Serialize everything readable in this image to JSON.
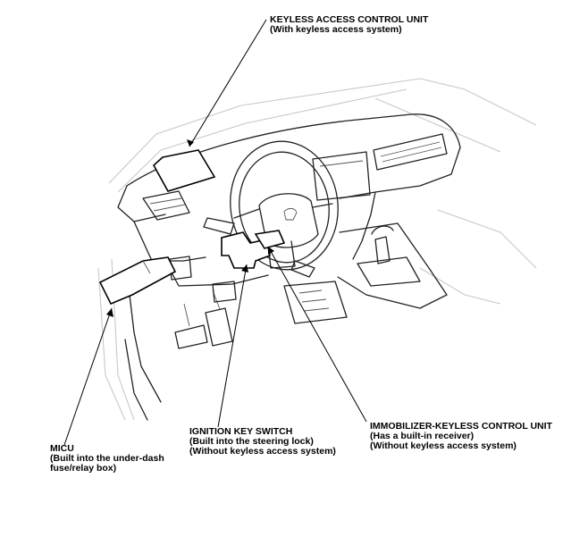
{
  "callouts": {
    "keyless_access_control_unit": {
      "line1": "KEYLESS ACCESS CONTROL UNIT",
      "line2": "(With keyless access system)"
    },
    "micu": {
      "line1": "MICU",
      "line2": "(Built into the under-dash",
      "line3": "fuse/relay box)"
    },
    "ignition_key_switch": {
      "line1": "IGNITION KEY SWITCH",
      "line2": "(Built into the steering lock)",
      "line3": "(Without keyless access system)"
    },
    "immobilizer_keyless_control_unit": {
      "line1": "IMMOBILIZER-KEYLESS CONTROL UNIT",
      "line2": "(Has a built-in receiver)",
      "line3": "(Without keyless access system)"
    }
  },
  "colors": {
    "ink": "#000000",
    "ghost_outline": "#c8c8c8",
    "background": "#ffffff"
  }
}
